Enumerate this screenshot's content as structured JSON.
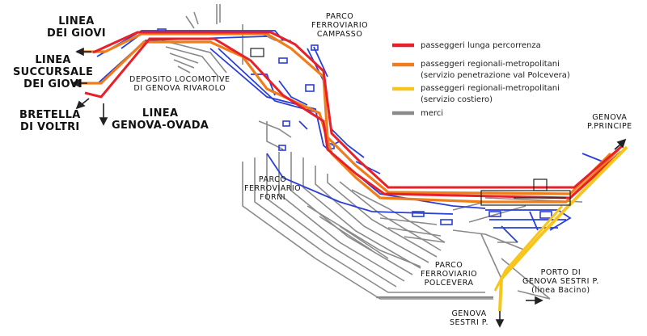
{
  "labels": {
    "linea_giovi": "LINEA\nDEI GIOVI",
    "linea_succursale": "LINEA\nSUCCURSALE\nDEI GIOVI",
    "bretella_voltri": "BRETELLA\nDI VOLTRI",
    "linea_genova_ovada": "LINEA\nGENOVA-OVADA",
    "deposito": "DEPOSITO LOCOMOTIVE\nDI GENOVA RIVAROLO",
    "parco_campasso": "PARCO\nFERROVIARIO\nCAMPASSO",
    "parco_forni": "PARCO\nFERROVIARIO\nFORNI",
    "parco_polcevera": "PARCO\nFERROVIARIO\nPOLCEVERA",
    "genova_principe": "GENOVA\nP.PRINCIPE",
    "porto_sestri": "PORTO DI\nGENOVA SESTRI P.\n(linea Bacino)",
    "genova_sestri": "GENOVA\nSESTRI P."
  },
  "legend": [
    {
      "label": "passeggeri lunga percorrenza",
      "color": "#e8202a"
    },
    {
      "label": "passeggeri regionali-metropolitani\n(servizio penetrazione val Polcevera)",
      "color": "#f07d1a"
    },
    {
      "label": "passeggeri regionali-metropolitani\n(servizio costiero)",
      "color": "#f7c51c"
    },
    {
      "label": "merci",
      "color": "#8a8a8a"
    }
  ],
  "colors": {
    "red": "#e8202a",
    "orange": "#f07d1a",
    "yellow": "#f7c51c",
    "grey": "#8a8a8a",
    "blue": "#2a3fd6",
    "dark": "#222222"
  }
}
